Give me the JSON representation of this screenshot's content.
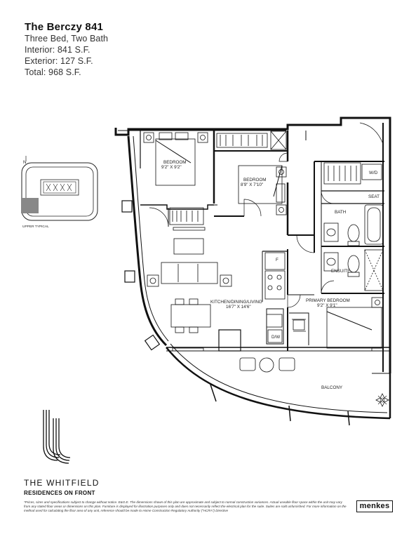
{
  "header": {
    "title": "The Berczy 841",
    "layout": "Three Bed, Two Bath",
    "interior": "Interior: 841 S.F.",
    "exterior": "Exterior: 127 S.F.",
    "total": "Total: 968 S.F."
  },
  "keyplan": {
    "north_label": "N",
    "caption": "UPPER TYPICAL"
  },
  "plan": {
    "rooms": {
      "bedroom_a": {
        "name": "BEDROOM",
        "size": "9'2\" X 9'2\""
      },
      "bedroom_b": {
        "name": "BEDROOM",
        "size": "8'9\" X 7'10\""
      },
      "wd": "W/D",
      "seat": "SEAT",
      "bath": "BATH",
      "ensuite": "ENSUITE",
      "kitchen": {
        "name": "KITCHEN/DINING/LIVING",
        "size": "16'7\" X 14'6\""
      },
      "primary": {
        "name": "PRIMARY BEDROOM",
        "size": "9'2\" X 9'1\""
      },
      "fridge": "F",
      "dishwasher": "D/W",
      "balcony": "BALCONY"
    }
  },
  "brand": {
    "name": "THE WHITFIELD",
    "subtitle": "RESIDENCES ON FRONT",
    "developer": "menkes"
  },
  "disclaimer": "*Prices, sizes and specifications subject to change without notice. E&O.E. The dimensions shown of this plan are approximate and subject to normal construction variances. Actual useable floor space within the unit may vary from any stated floor areas or dimensions on this plan. Furniture is displayed for illustration purposes only and does not necessarily reflect the electrical plan for the suite. Suites are sold unfurnished. For more information on the method used for calculating the floor area of any unit, reference should be made to Home Construction Regulatory Authority (\"HCRA\") Directive",
  "colors": {
    "line": "#111111",
    "wall": "#111111",
    "keyplan_fill": "#888888"
  }
}
